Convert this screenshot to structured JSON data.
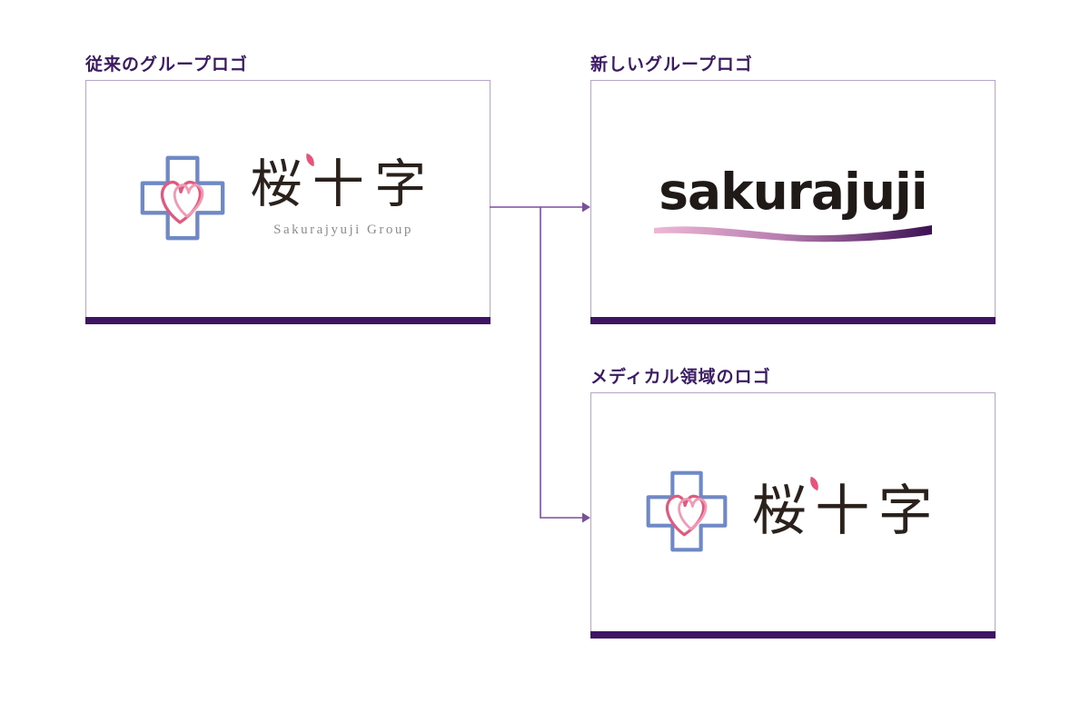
{
  "diagram": {
    "old_logo": {
      "label": "従来のグループロゴ",
      "kanji": "桜十字",
      "subtitle": "Sakurajyuji Group"
    },
    "new_logo": {
      "label": "新しいグループロゴ",
      "wordmark": "sakurajuji"
    },
    "medical_logo": {
      "label": "メディカル領域のロゴ",
      "kanji": "桜十字"
    }
  },
  "icons": {
    "old_logo_icon": "cross-heart-logo-icon",
    "medical_logo_icon": "cross-heart-logo-icon",
    "new_logo_underline": "gradient-swoosh-icon",
    "connectors": "branch-arrows-icon"
  },
  "colors": {
    "label_text": "#3b1b63",
    "panel_border": "#b7a4cb",
    "panel_bar": "#3f1563",
    "arrow": "#7a4f9e",
    "cross": "#6e89c5",
    "heart_outer": "#e05a80",
    "heart_inner": "#f09ab5",
    "kanji": "#2b211c",
    "subtitle": "#8d8d8d",
    "wordmark": "#1f1a17",
    "swoosh_start": "#efb7d4",
    "swoosh_mid": "#b77fb0",
    "swoosh_end": "#3c1053"
  }
}
